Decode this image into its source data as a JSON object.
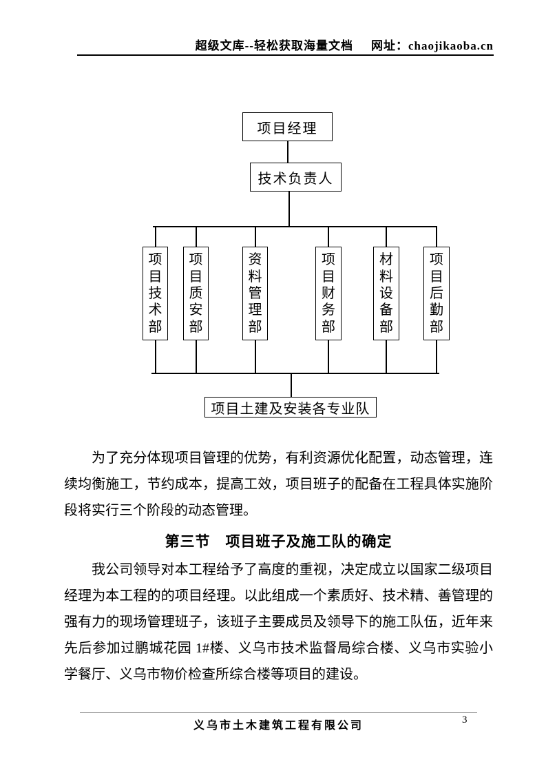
{
  "header": {
    "slogan": "超级文库--轻松获取海量文档",
    "url_label": "网址：",
    "url": "chaojikaoba.cn"
  },
  "org_chart": {
    "root_label": "项目经理",
    "deputy_label": "技术负责人",
    "departments": [
      "项目技术部",
      "项目质安部",
      "资料管理部",
      "项目财务部",
      "材料设备部",
      "项目后勤部"
    ],
    "team_label": "项目土建及安装各专业队"
  },
  "body": {
    "paragraph_1": "为了充分体现项目管理的优势，有利资源优化配置，动态管理，连续均衡施工，节约成本，提高工效，项目班子的配备在工程具体实施阶段将实行三个阶段的动态管理。",
    "section_heading": "第三节　项目班子及施工队的确定",
    "paragraph_2": "我公司领导对本工程给予了高度的重视，决定成立以国家二级项目经理为本工程的的项目经理。以此组成一个素质好、技术精、善管理的强有力的现场管理班子，该班子主要成员及领导下的施工队伍，近年来先后参加过鹏城花园 1#楼、义乌市技术监督局综合楼、义乌市实验小学餐厅、义乌市物价检查所综合楼等项目的建设。"
  },
  "footer": {
    "company": "义乌市土木建筑工程有限公司",
    "page_number": "3"
  }
}
